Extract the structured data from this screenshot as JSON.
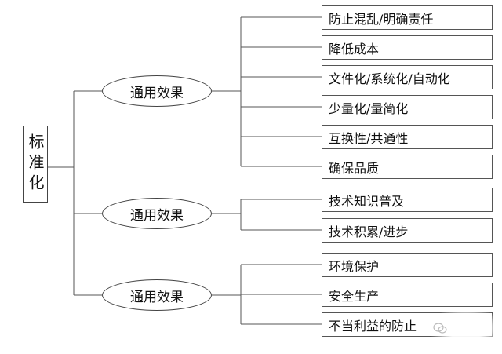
{
  "root": {
    "label": "标准化"
  },
  "branches": [
    {
      "label": "通用效果",
      "items": [
        "防止混乱/明确责任",
        "降低成本",
        "文件化/系统化/自动化",
        "少量化/量简化",
        "互换性/共通性",
        "确保品质"
      ]
    },
    {
      "label": "通用效果",
      "items": [
        "技术知识普及",
        "技术积累/进步"
      ]
    },
    {
      "label": "通用效果",
      "items": [
        "环境保护",
        "安全生产",
        "不当利益的防止"
      ]
    }
  ]
}
